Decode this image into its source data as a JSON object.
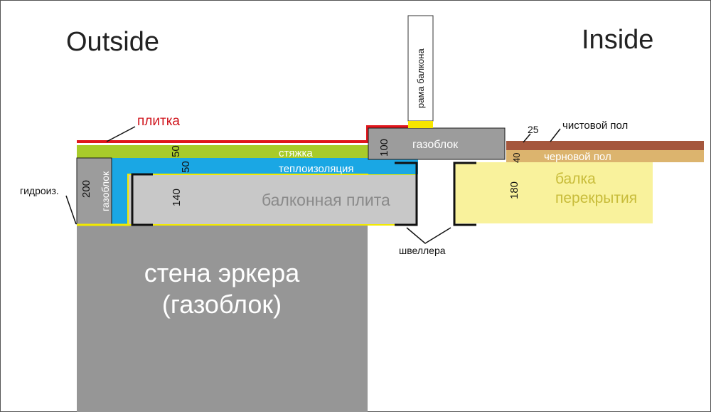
{
  "headings": {
    "outside": "Outside",
    "inside": "Inside"
  },
  "layers": {
    "tile": "плитка",
    "screed": "стяжка",
    "insulation": "теплоизоляция",
    "balcony_slab": "балконная плита",
    "gas_block_top": "газоблок",
    "gas_block_side": "газоблок",
    "balcony_frame": "рама балкона",
    "finish_floor": "чистовой пол",
    "rough_floor": "черновой пол",
    "beam": [
      "балка",
      "перекрытия"
    ],
    "waterproofing": "гидроиз.",
    "channels": "швеллера",
    "wall": [
      "стена эркера",
      "(газоблок)"
    ]
  },
  "dimensions": {
    "screed": "50",
    "insulation": "50",
    "slab": "140",
    "gas_block_side": "200",
    "gas_block_top": "100",
    "finish_floor": "25",
    "rough_floor": "40",
    "beam": "180"
  },
  "colors": {
    "background": "#ffffff",
    "tile": "#e0161c",
    "screed": "#a8cb2a",
    "insulation": "#1aa7e4",
    "waterproofing": "#f2ea00",
    "slab": "#c8c8c8",
    "gas_block": "#9c9c9c",
    "wall": "#969696",
    "frame_yellow": "#f7e600",
    "finish_floor": "#a5573d",
    "rough_floor": "#dcb46e",
    "beam": "#f9f29c",
    "channel": "#111111",
    "red_label": "#d0151d"
  }
}
